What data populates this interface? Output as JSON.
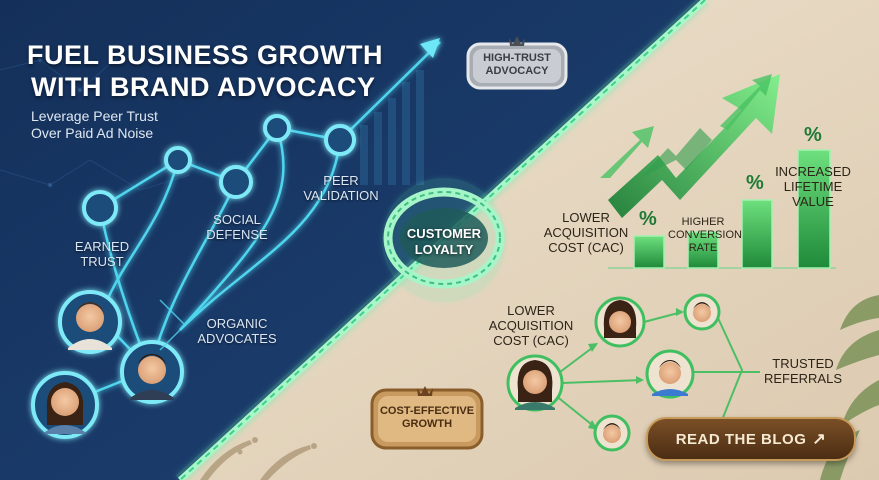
{
  "headline": {
    "line1": "FUEL BUSINESS GROWTH",
    "line2": "WITH BRAND ADVOCACY"
  },
  "subheadline": {
    "line1": "Leverage Peer Trust",
    "line2": "Over Paid Ad Noise"
  },
  "network_labels": {
    "earned_trust": [
      "EARNED",
      "TRUST"
    ],
    "social_defense": [
      "SOCIAL",
      "DEFENSE"
    ],
    "peer_validation": [
      "PEER",
      "VALIDATION"
    ],
    "organic_advocates": [
      "ORGANIC",
      "ADVOCATES"
    ]
  },
  "badges": {
    "high_trust": [
      "HIGH-TRUST",
      "ADVOCACY"
    ],
    "cost_effective": [
      "COST-EFFECTIVE",
      "GROWTH"
    ],
    "customer_loyalty": [
      "CUSTOMER",
      "LOYALTY"
    ]
  },
  "metrics": {
    "lower_cac": [
      "LOWER",
      "ACQUISITION",
      "COST (CAC)"
    ],
    "higher_conversion": [
      "HIGHER",
      "CONVERSION",
      "RATE"
    ],
    "increased_ltv": [
      "INCREASED",
      "LIFETIME",
      "VALUE"
    ],
    "percent_symbol": "%"
  },
  "referral": {
    "lower_cac": [
      "LOWER",
      "ACQUISITION",
      "COST (CAC)"
    ],
    "trusted_referrals": [
      "TRUSTED",
      "REFERRALS"
    ]
  },
  "cta": {
    "label": "READ THE BLOG",
    "icon": "arrow-up-right-icon"
  },
  "colors": {
    "left_bg": "#1b3a66",
    "right_bg": "#e9dac3",
    "neon": "#5ee0f0",
    "green": "#3dbb5a"
  }
}
